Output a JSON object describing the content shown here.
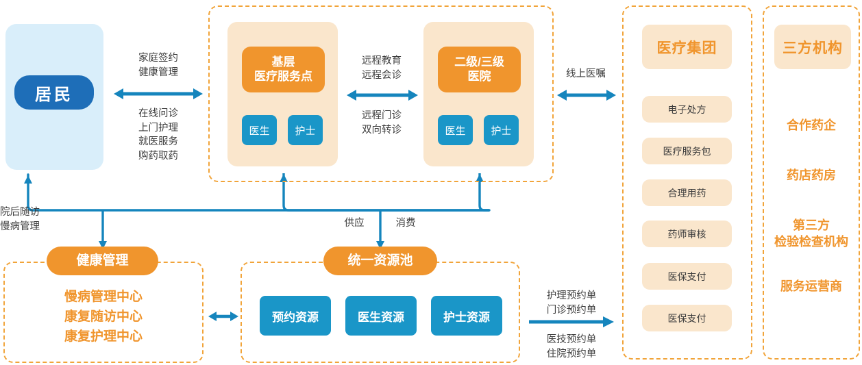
{
  "colors": {
    "accent_blue": "#1585BD",
    "deep_blue": "#1E6EB8",
    "cyan": "#1A96C8",
    "orange": "#F0952D",
    "beige": "#FAE6CC",
    "light_blue": "#D9EEFA",
    "dashed_border": "#F1A43A",
    "body_text": "#3C3C3C"
  },
  "resident": {
    "label": "居民"
  },
  "connector_labels": {
    "resident_to_care_top": "家庭签约\n健康管理",
    "resident_to_care_bottom": "在线问诊\n上门护理\n就医服务\n购药取药",
    "post_discharge": "院后随访\n慢病管理",
    "between_institutions_top": "远程教育\n远程会诊",
    "between_institutions_bottom": "远程门诊\n双向转诊",
    "online_order": "线上医嘱",
    "supply": "供应",
    "consume": "消费",
    "appointment_top": "护理预约单\n门诊预约单",
    "appointment_bottom": "医技预约单\n住院预约单"
  },
  "care_panel": {
    "primary": {
      "title": "基层\n医疗服务点",
      "roles": [
        "医生",
        "护士"
      ]
    },
    "hospital": {
      "title": "二级/三级\n医院",
      "roles": [
        "医生",
        "护士"
      ]
    }
  },
  "health_management": {
    "title": "健康管理",
    "items": [
      "慢病管理中心",
      "康复随访中心",
      "康复护理中心"
    ]
  },
  "resource_pool": {
    "title": "统一资源池",
    "items": [
      "预约资源",
      "医生资源",
      "护士资源"
    ]
  },
  "medical_group": {
    "title": "医疗集团",
    "items": [
      "电子处方",
      "医疗服务包",
      "合理用药",
      "药师审核",
      "医保支付",
      "医保支付"
    ]
  },
  "third_party": {
    "title": "三方机构",
    "items": [
      "合作药企",
      "药店药房",
      "第三方\n检验检查机构",
      "服务运营商"
    ]
  }
}
